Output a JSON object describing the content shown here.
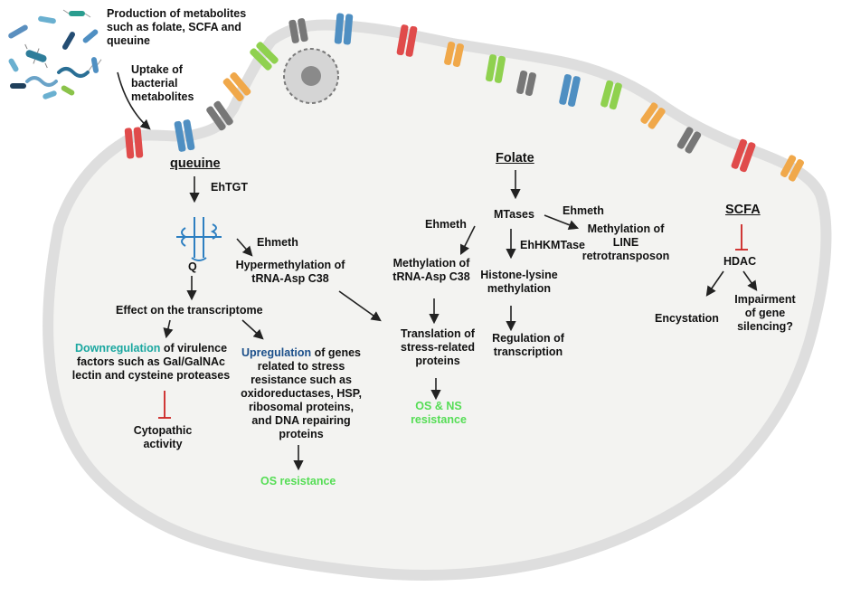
{
  "top_note": {
    "production": "Production of metabolites\nsuch as folate, SCFA and\nqueuine",
    "uptake": "Uptake of\nbacterial\nmetabolites"
  },
  "queuine_branch": {
    "title": "queuine",
    "enzyme": "EhTGT",
    "q_label": "Q",
    "ehmeth": "Ehmeth",
    "hypermethylation": "Hypermethylation of\ntRNA-Asp C38",
    "effect": "Effect on the transcriptome",
    "down_word": "Downregulation",
    "down_rest": " of virulence\nfactors such as Gal/GalNAc\nlectin and cysteine proteases",
    "cytopathic": "Cytopathic\nactivity",
    "up_word": "Upregulation",
    "up_rest": " of genes\nrelated to stress\nresistance such as\noxidoreductases, HSP,\nribosomal proteins,\nand DNA repairing\nproteins",
    "os_resistance": "OS resistance"
  },
  "folate_branch": {
    "title": "Folate",
    "mtases": "MTases",
    "ehmeth_left": "Ehmeth",
    "ehmeth_right": "Ehmeth",
    "line_methylation": "Methylation of\nLINE\nretrotransposon",
    "ehhkmtase": "EhHKMTase",
    "trna_methylation": "Methylation of\ntRNA-Asp C38",
    "histone": "Histone-lysine\nmethylation",
    "translation": "Translation of\nstress-related\nproteins",
    "regulation": "Regulation of\ntranscription",
    "os_ns": "OS & NS\nresistance"
  },
  "scfa_branch": {
    "title": "SCFA",
    "hdac": "HDAC",
    "encystation": "Encystation",
    "impairment": "Impairment\nof gene\nsilencing?"
  },
  "colors": {
    "membrane": "#dedede",
    "cytoplasm": "#f3f3f1",
    "arrow": "#222222",
    "inhibit": "#cc2222",
    "resistance_green": "#55dd55",
    "downregulation_teal": "#1aa7a0",
    "upregulation_navy": "#1b4f8a"
  }
}
